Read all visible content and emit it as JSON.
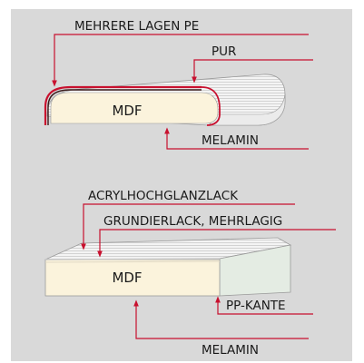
{
  "diagram": {
    "top_panel": {
      "core_label": "MDF",
      "labels": {
        "layers_pe": "MEHRERE LAGEN PE",
        "pur": "PUR",
        "melamin": "MELAMIN"
      }
    },
    "bottom_panel": {
      "core_label": "MDF",
      "labels": {
        "acryl": "ACRYLHOCHGLANZLACK",
        "grundier": "GRUNDIERLACK, MEHRLAGIG",
        "pp_kante": "PP-KANTE",
        "melamin": "MELAMIN"
      }
    },
    "colors": {
      "background": "#d9d9d9",
      "leader_line": "#c8102e",
      "edge_band": "#c8102e",
      "mdf_face": "#fbf3dc"
    }
  }
}
